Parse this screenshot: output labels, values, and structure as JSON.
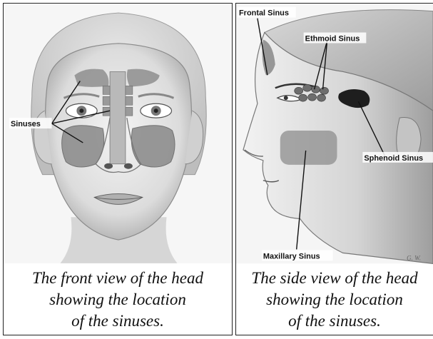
{
  "left_panel": {
    "labels": {
      "sinuses": "Sinuses"
    },
    "caption": [
      "The front view of the head",
      "showing the location",
      "of the sinuses."
    ]
  },
  "right_panel": {
    "labels": {
      "frontal": "Frontal Sinus",
      "ethmoid": "Ethmoid Sinus",
      "sphenoid": "Sphenoid Sinus",
      "maxillary": "Maxillary Sinus",
      "signature": "G. W."
    },
    "caption": [
      "The side view of the head",
      "showing the location",
      "of the sinuses."
    ]
  },
  "colors": {
    "sinus_fill": "#8e8e8e",
    "skin_light": "#ececec",
    "skin_shade": "#c9c9c9",
    "outline": "#222222"
  }
}
